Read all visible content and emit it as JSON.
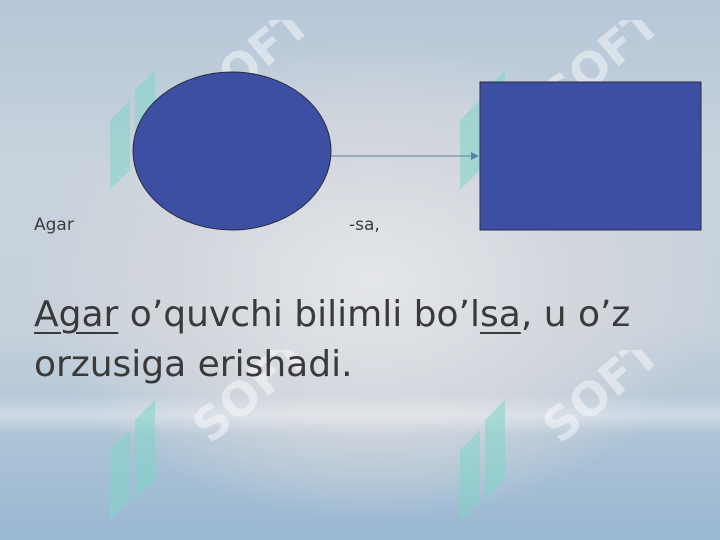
{
  "diagram": {
    "prefix_label": "Agar",
    "suffix_label": "-sa,",
    "shape_color": "#3d4fa3",
    "arrow_color": "#5a7fa8"
  },
  "sentence": {
    "part1_underlined": "Agar",
    "part2": " o’quvchi bilimli bo’l",
    "part3_underlined": "sa",
    "part4": ", u o’z orzusiga erishadi."
  },
  "watermark": {
    "text": "SOFT",
    "color": "#7fd6c8"
  }
}
